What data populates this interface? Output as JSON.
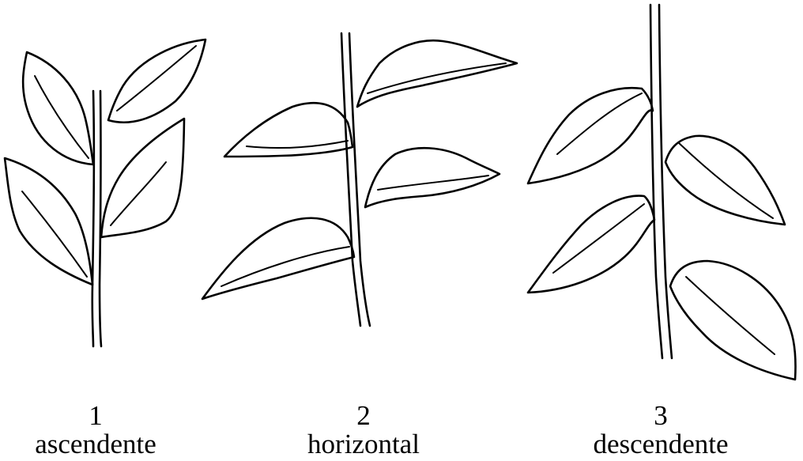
{
  "figures": [
    {
      "number": "1",
      "label": "ascendente"
    },
    {
      "number": "2",
      "label": "horizontal"
    },
    {
      "number": "3",
      "label": "descendente"
    }
  ]
}
